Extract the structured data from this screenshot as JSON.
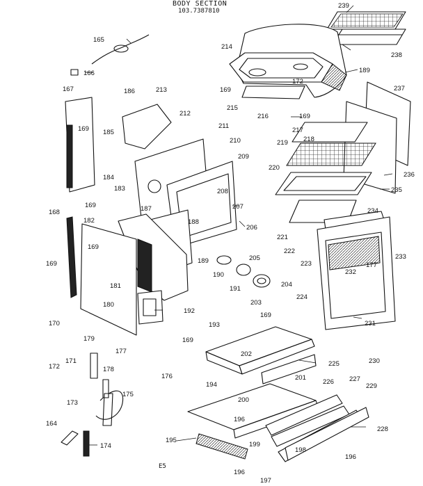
{
  "header": {
    "title": "BODY SECTION",
    "model": "103.7387810"
  },
  "footer": {
    "code": "E5"
  },
  "callouts": [
    "164",
    "165",
    "166",
    "167",
    "168",
    "169",
    "170",
    "171",
    "172",
    "173",
    "174",
    "175",
    "176",
    "177",
    "178",
    "179",
    "180",
    "181",
    "182",
    "183",
    "184",
    "185",
    "186",
    "187",
    "188",
    "189",
    "190",
    "191",
    "192",
    "193",
    "194",
    "195",
    "196",
    "197",
    "198",
    "199",
    "200",
    "201",
    "202",
    "203",
    "204",
    "205",
    "206",
    "207",
    "208",
    "209",
    "210",
    "211",
    "212",
    "213",
    "214",
    "215",
    "216",
    "217",
    "218",
    "219",
    "220",
    "221",
    "222",
    "223",
    "224",
    "225",
    "226",
    "227",
    "228",
    "229",
    "230",
    "231",
    "232",
    "233",
    "234",
    "235",
    "236",
    "237",
    "238",
    "239"
  ]
}
